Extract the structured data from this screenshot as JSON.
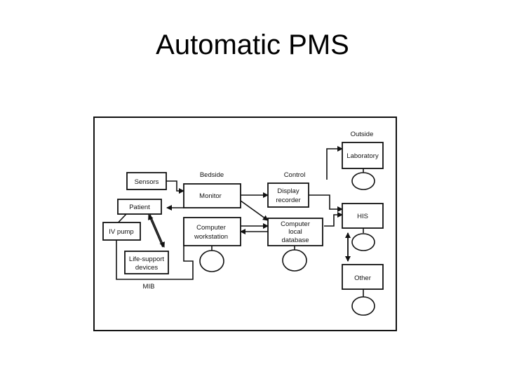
{
  "slide": {
    "title": "Automatic PMS"
  },
  "diagram": {
    "labels": {
      "outside": "Outside",
      "bedside": "Bedside",
      "control": "Control",
      "mib": "MIB"
    },
    "boxes": {
      "laboratory": "Laboratory",
      "sensors": "Sensors",
      "monitor": "Monitor",
      "display_l1": "Display",
      "display_l2": "recorder",
      "patient": "Patient",
      "his": "HIS",
      "iv_pump": "IV pump",
      "workstation_l1": "Computer",
      "workstation_l2": "workstation",
      "database_l1": "Computer",
      "database_l2": "local",
      "database_l3": "database",
      "life_l1": "Life-support",
      "life_l2": "devices",
      "other": "Other"
    }
  }
}
